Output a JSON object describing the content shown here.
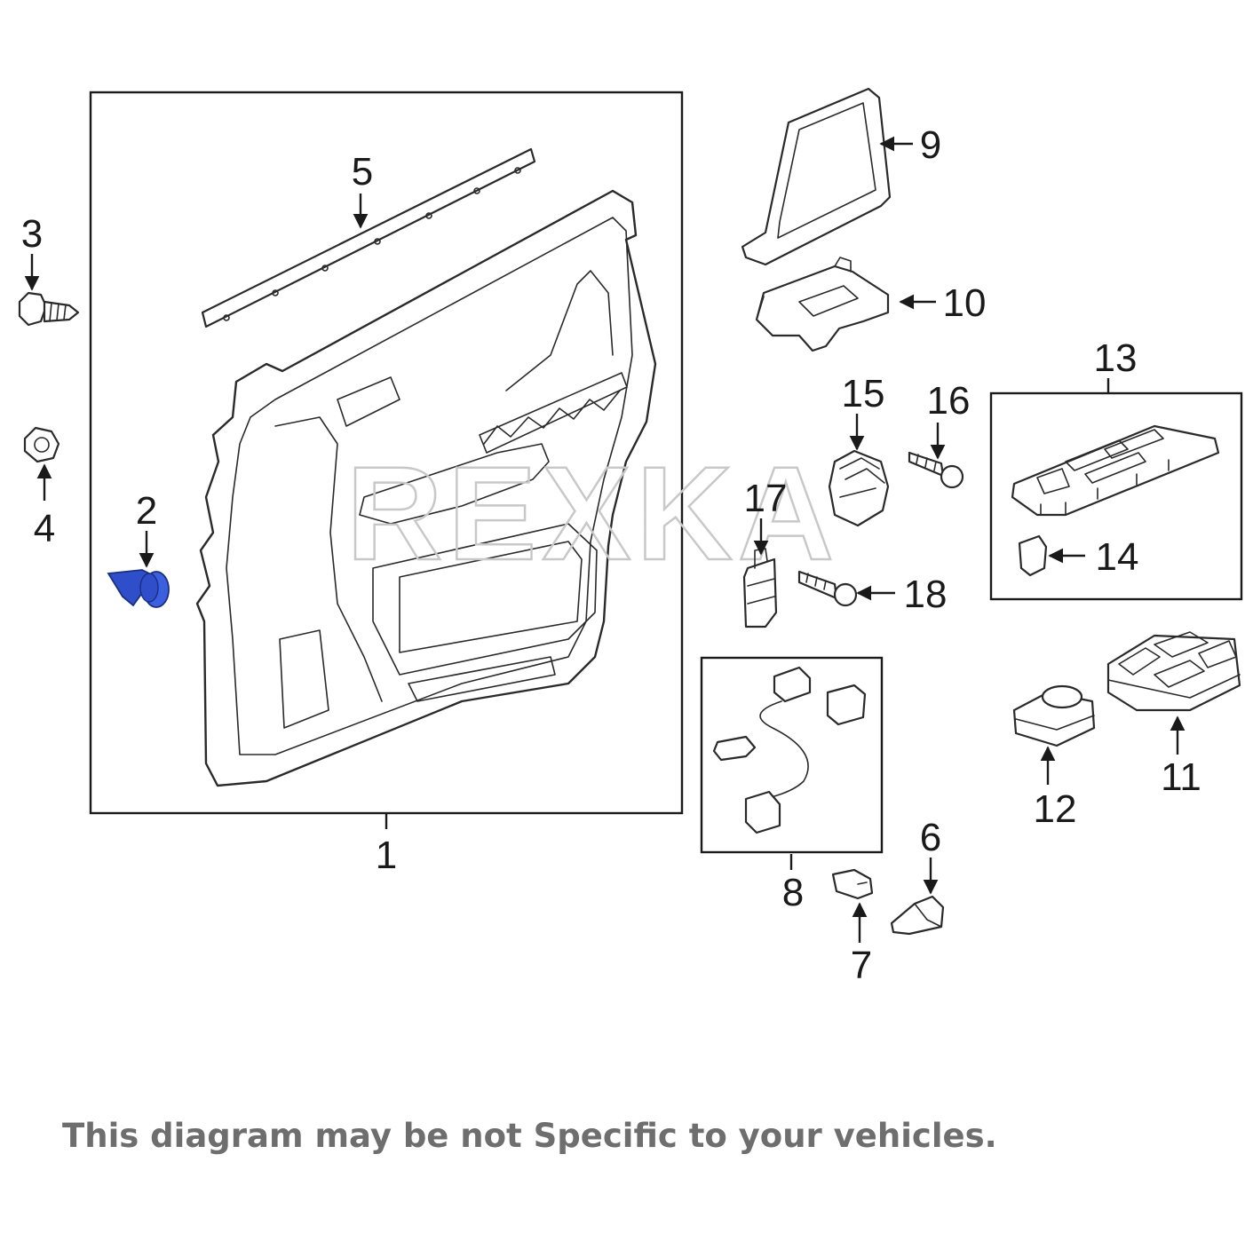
{
  "callouts": {
    "n1": "1",
    "n2": "2",
    "n3": "3",
    "n4": "4",
    "n5": "5",
    "n6": "6",
    "n7": "7",
    "n8": "8",
    "n9": "9",
    "n10": "10",
    "n11": "11",
    "n12": "12",
    "n13": "13",
    "n14": "14",
    "n15": "15",
    "n16": "16",
    "n17": "17",
    "n18": "18"
  },
  "watermark": "REXKA",
  "disclaimer": "This diagram may be not Specific to your vehicles.",
  "colors": {
    "highlight": "#2e4fc9",
    "line": "#2a2a2a",
    "disclaimer": "#6e6e6e"
  }
}
